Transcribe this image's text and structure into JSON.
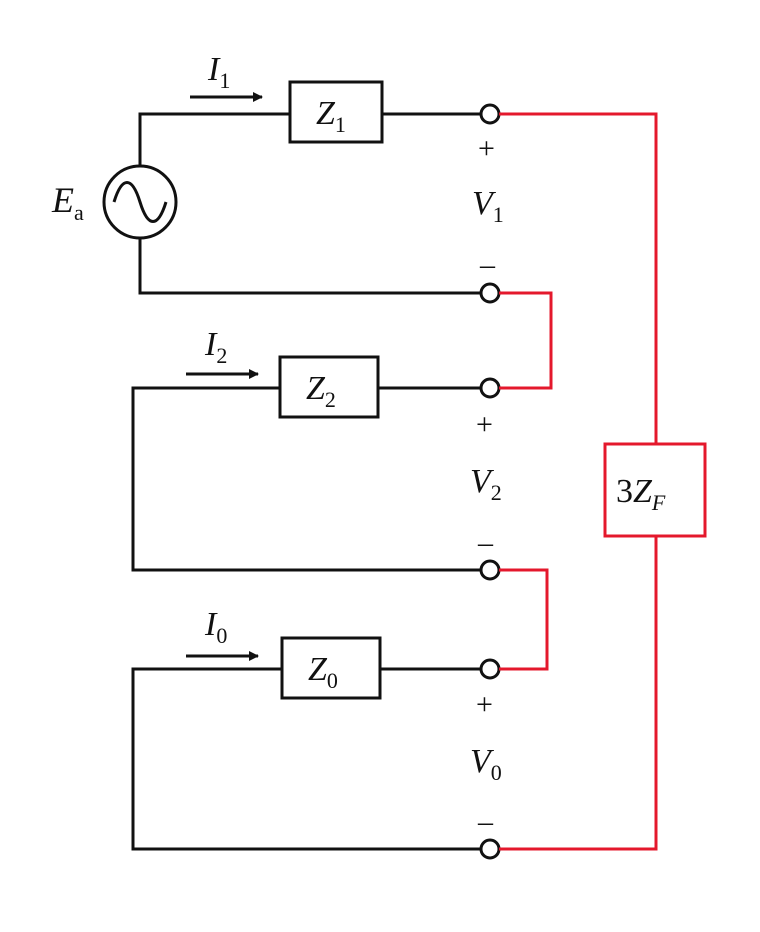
{
  "source": {
    "symbol": "E",
    "subscript": "a"
  },
  "networks": [
    {
      "impedance_symbol": "Z",
      "impedance_sub": "1",
      "current_symbol": "I",
      "current_sub": "1",
      "voltage_symbol": "V",
      "voltage_sub": "1",
      "plus": "+",
      "minus": "–"
    },
    {
      "impedance_symbol": "Z",
      "impedance_sub": "2",
      "current_symbol": "I",
      "current_sub": "2",
      "voltage_symbol": "V",
      "voltage_sub": "2",
      "plus": "+",
      "minus": "–"
    },
    {
      "impedance_symbol": "Z",
      "impedance_sub": "0",
      "current_symbol": "I",
      "current_sub": "0",
      "voltage_symbol": "V",
      "voltage_sub": "0",
      "plus": "+",
      "minus": "–"
    }
  ],
  "fault": {
    "coefficient": "3",
    "symbol": "Z",
    "subscript": "F"
  },
  "colors": {
    "wire": "#111111",
    "fault_connection": "#e4182c"
  },
  "icons": {
    "source": "ac-source-icon",
    "current_arrow": "arrow-right-icon",
    "terminal": "open-circle-terminal-icon"
  }
}
